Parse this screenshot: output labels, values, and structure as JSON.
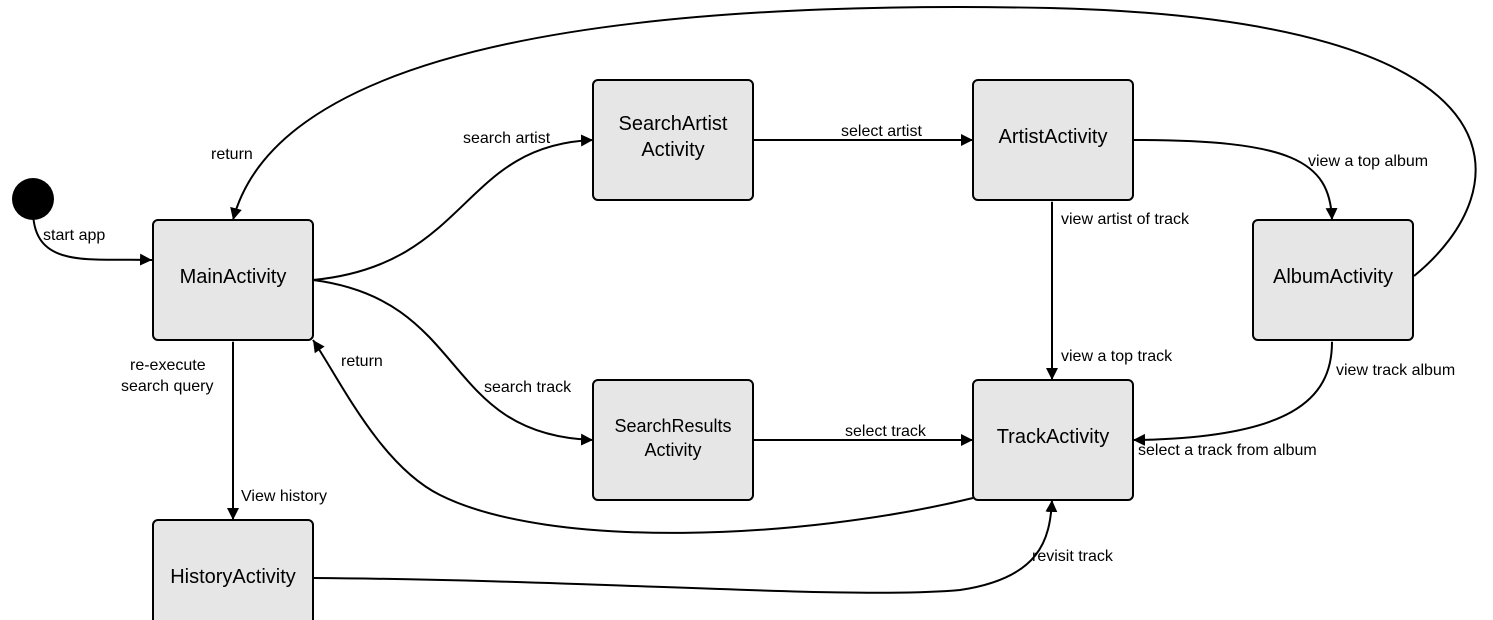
{
  "nodes": {
    "main": {
      "label": "MainActivity"
    },
    "search_artist": {
      "label_line1": "SearchArtist",
      "label_line2": "Activity"
    },
    "artist": {
      "label": "ArtistActivity"
    },
    "album": {
      "label": "AlbumActivity"
    },
    "search_results": {
      "label_line1": "SearchResults",
      "label_line2": "Activity"
    },
    "track": {
      "label": "TrackActivity"
    },
    "history": {
      "label": "HistoryActivity"
    }
  },
  "edges": {
    "start_app": "start app",
    "return_top": "return",
    "search_artist": "search artist",
    "select_artist": "select artist",
    "view_top_album": "view a top album",
    "view_artist_of_track": "view artist of track",
    "view_top_track": "view a top track",
    "search_track": "search track",
    "select_track": "select track",
    "return_bottom": "return",
    "reexecute_line1": "re-execute",
    "reexecute_line2": "search query",
    "view_history": "View history",
    "view_track_album": "view track album",
    "select_track_from_album": "select a track from album",
    "revisit_track": "revisit track"
  }
}
